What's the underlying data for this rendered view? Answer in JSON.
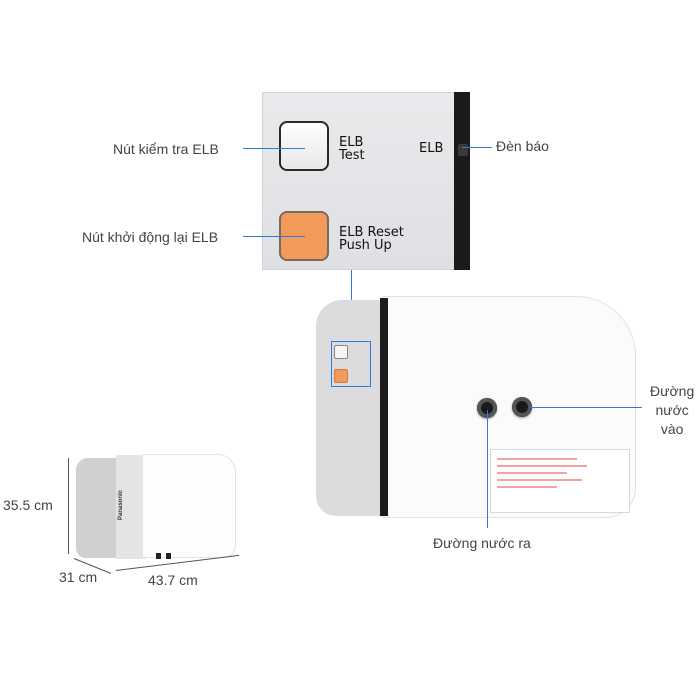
{
  "panel": {
    "test_label_1": "ELB",
    "test_label_2": "Test",
    "reset_label_1": "ELB Reset",
    "reset_label_2": "Push Up",
    "indicator_label": "ELB"
  },
  "callouts": {
    "test_button": "Nút kiểm tra ELB",
    "reset_button": "Nút khởi động lại ELB",
    "indicator": "Đèn báo",
    "water_in_1": "Đường",
    "water_in_2": "nước",
    "water_in_3": "vào",
    "water_out": "Đường nước ra"
  },
  "product": {
    "brand": "Panasonic"
  },
  "dimensions": {
    "height": "35.5 cm",
    "depth": "31 cm",
    "width": "43.7 cm"
  },
  "colors": {
    "accent_line": "#2c7be5",
    "reset_button": "#f29a5a"
  }
}
